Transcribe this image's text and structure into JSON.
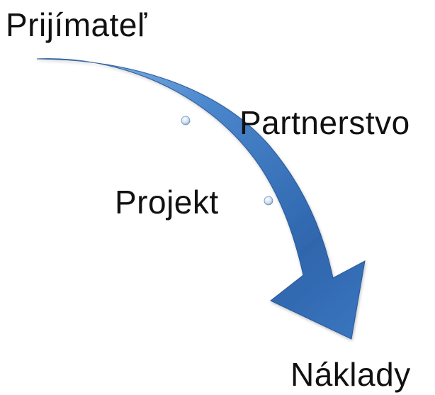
{
  "labels": [
    "Prijímateľ",
    "Partnerstvo",
    "Projekt",
    "Náklady"
  ],
  "colors": {
    "arrow_dark": "#2b5d9e",
    "arrow_mid": "#3f7cc6",
    "arrow_light": "#6fa6e0",
    "text": "#111111",
    "dot": "#dfe9f6"
  },
  "shape": "curved-down-arrow"
}
